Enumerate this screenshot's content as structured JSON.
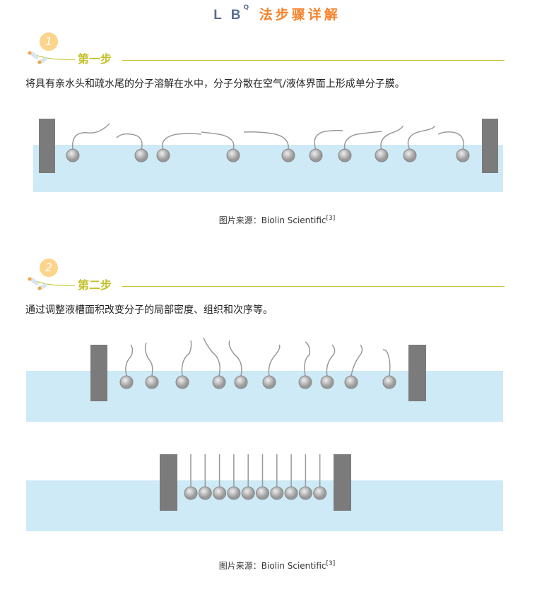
{
  "header": {
    "lb": "L B",
    "q": "Q",
    "title": "法步骤详解"
  },
  "steps": [
    {
      "number": "1",
      "label": "第一步",
      "text": "将具有亲水头和疏水尾的分子溶解在水中，分子分散在空气/液体界面上形成单分子膜。",
      "caption": "图片来源：Biolin Scientific",
      "ref": "[3]"
    },
    {
      "number": "2",
      "label": "第二步",
      "text": "通过调整液槽面积改变分子的局部密度、组织和次序等。",
      "caption": "图片来源：Biolin Scientific",
      "ref": "[3]"
    }
  ],
  "colors": {
    "water": "#cdeaf6",
    "barrier": "#7b7b7b",
    "accent": "#f7832b",
    "step": "#c4c22c"
  }
}
